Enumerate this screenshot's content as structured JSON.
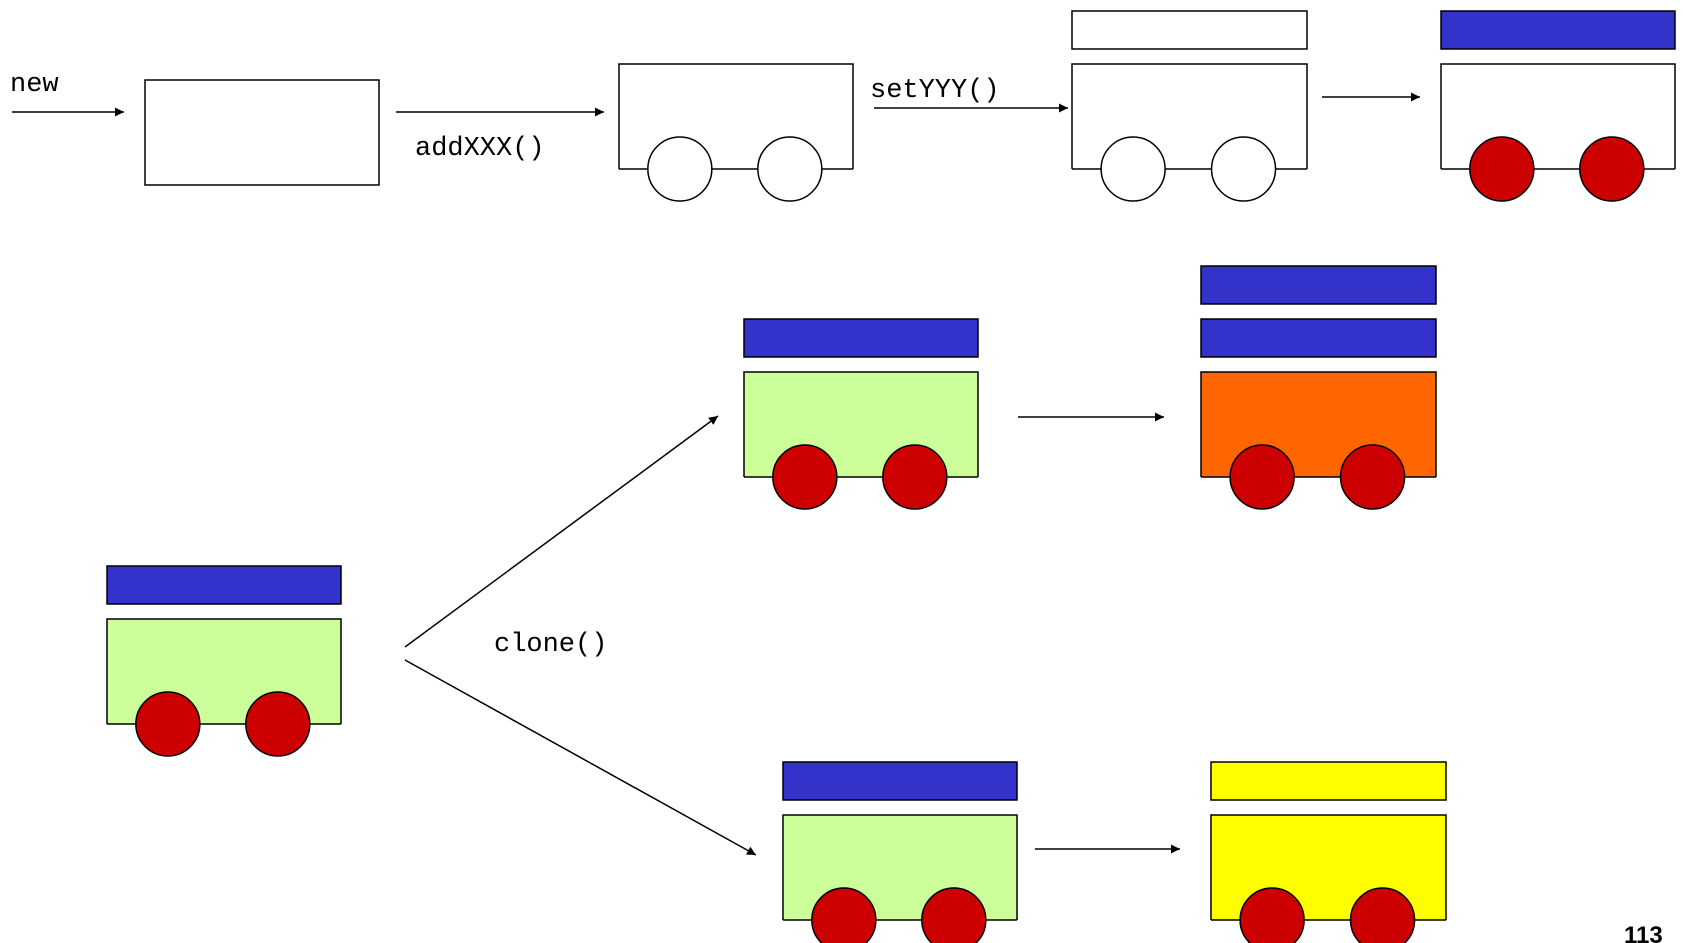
{
  "labels": {
    "new": "new",
    "add": "addXXX()",
    "set": "setYYY()",
    "clone": "clone()"
  },
  "page_number": "113",
  "colors": {
    "outline": "#000000",
    "empty_fill": "#ffffff",
    "roof_blue": "#3333cc",
    "body_green": "#ccff99",
    "body_orange": "#ff6600",
    "yellow": "#ffff00",
    "wheel_red": "#cc0000"
  },
  "cars": [
    {
      "id": "car-plain-box",
      "stage": "created",
      "roofs": [],
      "body": "white",
      "wheels": "none"
    },
    {
      "id": "car-with-wheels",
      "stage": "added",
      "roofs": [],
      "body": "white",
      "wheels": "white"
    },
    {
      "id": "car-with-roof",
      "stage": "set",
      "roofs": [
        "white"
      ],
      "body": "white",
      "wheels": "white"
    },
    {
      "id": "car-colored",
      "stage": "configured",
      "roofs": [
        "blue"
      ],
      "body": "white",
      "wheels": "red"
    },
    {
      "id": "car-prototype",
      "stage": "prototype",
      "roofs": [
        "blue"
      ],
      "body": "green",
      "wheels": "red"
    },
    {
      "id": "car-clone-top",
      "stage": "clone",
      "roofs": [
        "blue"
      ],
      "body": "green",
      "wheels": "red"
    },
    {
      "id": "car-clone-top-modified",
      "stage": "modified",
      "roofs": [
        "blue",
        "blue"
      ],
      "body": "orange",
      "wheels": "red"
    },
    {
      "id": "car-clone-bottom",
      "stage": "clone",
      "roofs": [
        "blue"
      ],
      "body": "green",
      "wheels": "red"
    },
    {
      "id": "car-clone-bottom-modified",
      "stage": "modified",
      "roofs": [
        "yellow"
      ],
      "body": "yellow",
      "wheels": "red"
    }
  ]
}
